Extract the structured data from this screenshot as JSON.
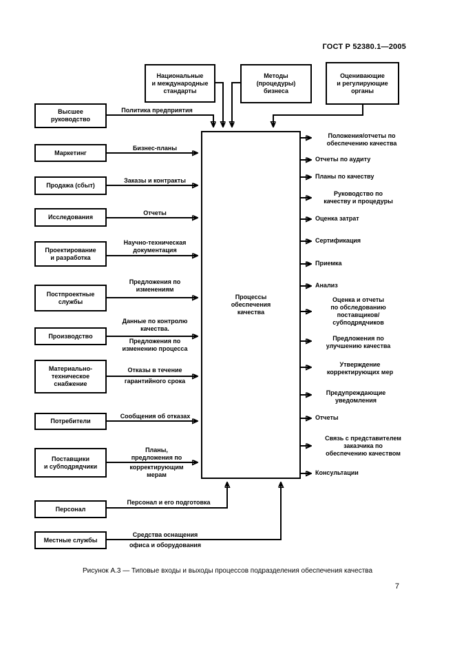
{
  "header": {
    "doc_number": "ГОСТ Р 52380.1—2005",
    "page_number": "7"
  },
  "caption": "Рисунок А.3 — Типовые входы и выходы процессов подразделения обеспечения качества",
  "center_box": {
    "label": [
      "Процессы",
      "обеспечения",
      "качества"
    ]
  },
  "top_boxes": [
    {
      "label": [
        "Национальные",
        "и международные",
        "стандарты"
      ]
    },
    {
      "label": [
        "Методы",
        "(процедуры)",
        "бизнеса"
      ]
    },
    {
      "label": [
        "Оценивающие",
        "и регулирующие",
        "органы"
      ]
    }
  ],
  "left_boxes": [
    {
      "label": [
        "Высшее",
        "руководство"
      ]
    },
    {
      "label": [
        "Маркетинг"
      ]
    },
    {
      "label": [
        "Продажа (сбыт)"
      ]
    },
    {
      "label": [
        "Исследования"
      ]
    },
    {
      "label": [
        "Проектирование",
        "и разработка"
      ]
    },
    {
      "label": [
        "Постпроектные",
        "службы"
      ]
    },
    {
      "label": [
        "Производство"
      ]
    },
    {
      "label": [
        "Материально-",
        "техническое",
        "снабжение"
      ]
    },
    {
      "label": [
        "Потребители"
      ]
    },
    {
      "label": [
        "Поставщики",
        "и субподрядчики"
      ]
    },
    {
      "label": [
        "Персонал"
      ]
    },
    {
      "label": [
        "Местные службы"
      ]
    }
  ],
  "politika_label": "Политика предприятия",
  "input_labels": [
    {
      "above": [
        "Бизнес-планы"
      ],
      "below": []
    },
    {
      "above": [
        "Заказы и контракты"
      ],
      "below": []
    },
    {
      "above": [
        "Отчеты"
      ],
      "below": []
    },
    {
      "above": [
        "Научно-техническая",
        "документация"
      ],
      "below": []
    },
    {
      "above": [
        "Предложения по",
        "изменениям"
      ],
      "below": []
    },
    {
      "above": [
        "Данные по контролю",
        "качества."
      ],
      "below": [
        "Предложения по",
        "изменению процесса"
      ]
    },
    {
      "above": [
        "Отказы в течение"
      ],
      "below": [
        "гарантийного срока"
      ]
    },
    {
      "above": [
        "Сообщения об отказах"
      ],
      "below": []
    },
    {
      "above": [
        "Планы,",
        "предложения по"
      ],
      "below": [
        "корректирующим",
        "мерам"
      ]
    },
    {
      "above": [
        "Персонал и его подготовка"
      ],
      "below": []
    },
    {
      "above": [
        "Средства оснащения"
      ],
      "below": [
        "офиса и оборудования"
      ]
    }
  ],
  "output_labels": [
    {
      "lines": [
        "Положения/отчеты по",
        "обеспечению качества"
      ]
    },
    {
      "lines": [
        "Отчеты по аудиту"
      ]
    },
    {
      "lines": [
        "Планы по качеству"
      ]
    },
    {
      "lines": [
        "Руководство по",
        "качеству и процедуры"
      ]
    },
    {
      "lines": [
        "Оценка затрат"
      ]
    },
    {
      "lines": [
        "Сертификация"
      ]
    },
    {
      "lines": [
        "Приемка"
      ]
    },
    {
      "lines": [
        "Анализ"
      ]
    },
    {
      "lines": [
        "Оценка и отчеты",
        "по обследованию",
        "поставщиков/",
        "субподрядчиков"
      ]
    },
    {
      "lines": [
        "Предложения по",
        "улучшению качества"
      ]
    },
    {
      "lines": [
        "Утверждение",
        "корректирующих мер"
      ]
    },
    {
      "lines": [
        "Предупреждающие",
        "уведомления"
      ]
    },
    {
      "lines": [
        "Отчеты"
      ]
    },
    {
      "lines": [
        "Связь с представителем",
        "заказчика по",
        "обеспечению качеством"
      ]
    },
    {
      "lines": [
        "Консультации"
      ]
    }
  ]
}
